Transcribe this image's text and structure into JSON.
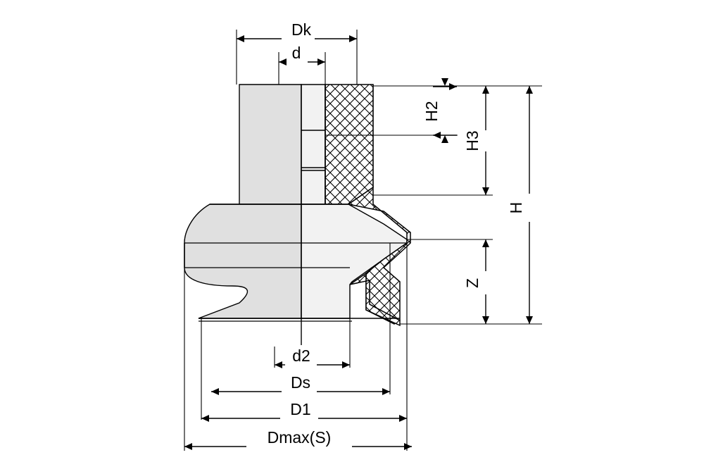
{
  "drawing": {
    "title": "Suction cup cross-section technical drawing",
    "background_color": "#ffffff",
    "line_color": "#000000",
    "body_fill": "#e0e0e0",
    "hatch_fill": "#f0f0f0",
    "labels": {
      "dk": "Dk",
      "d": "d",
      "h2": "H2",
      "h3": "H3",
      "h": "H",
      "z": "Z",
      "d2": "d2",
      "ds": "Ds",
      "d1": "D1",
      "dmax": "Dmax(S)"
    }
  }
}
